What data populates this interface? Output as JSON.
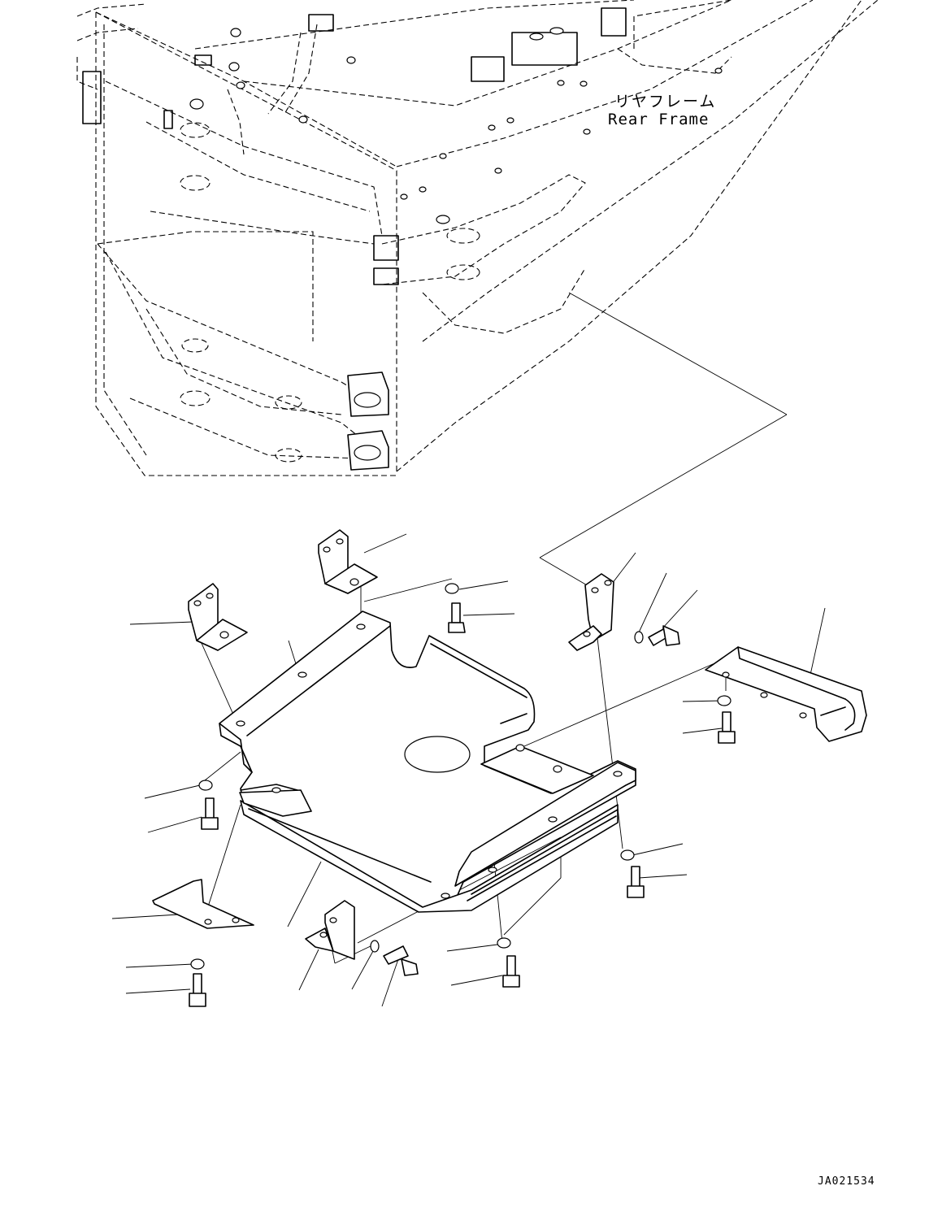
{
  "diagram": {
    "frame_label_jp": "リヤフレーム",
    "frame_label_en": "Rear Frame",
    "doc_code": "JA021534"
  }
}
